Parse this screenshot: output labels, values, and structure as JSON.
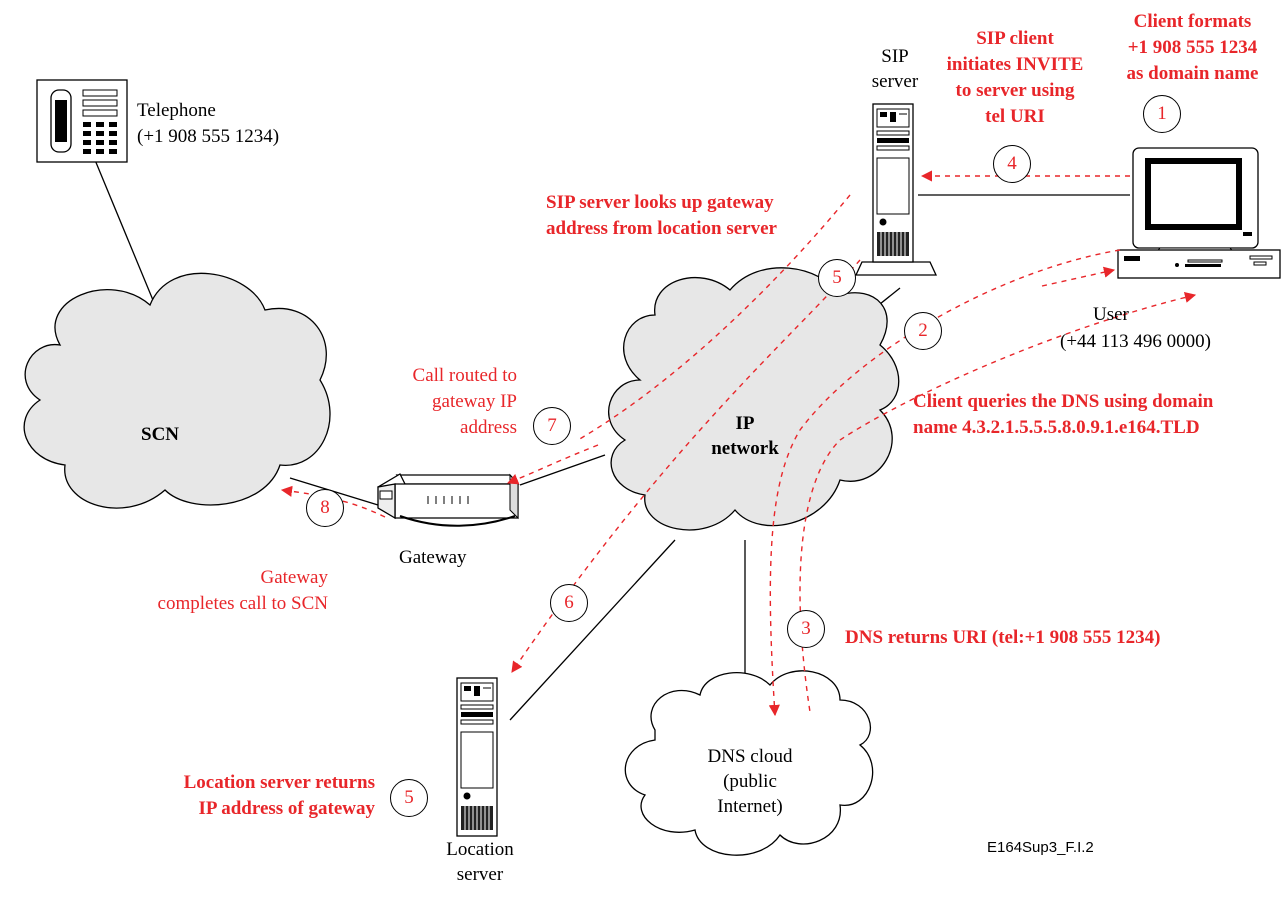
{
  "nodes": {
    "telephone": {
      "label": "Telephone",
      "number": "(+1 908 555 1234)"
    },
    "sip_server": {
      "line1": "SIP",
      "line2": "server"
    },
    "user": {
      "label": "User",
      "number": "(+44 113 496 0000)"
    },
    "scn": {
      "label": "SCN"
    },
    "ip_network": {
      "line1": "IP",
      "line2": "network"
    },
    "gateway": {
      "label": "Gateway"
    },
    "location_server": {
      "line1": "Location",
      "line2": "server"
    },
    "dns_cloud": {
      "line1": "DNS cloud",
      "line2": "(public",
      "line3": "Internet)"
    }
  },
  "steps": {
    "s1": {
      "number": "1",
      "text": [
        "Client formats",
        "+1 908 555 1234",
        "as domain name"
      ]
    },
    "s2": {
      "number": "2",
      "text": [
        "Client queries the DNS using domain",
        "name 4.3.2.1.5.5.5.8.0.9.1.e164.TLD"
      ]
    },
    "s3": {
      "number": "3",
      "text": [
        "DNS returns URI (tel:+1 908 555 1234)"
      ]
    },
    "s4": {
      "number": "4",
      "text": [
        "SIP client",
        "initiates INVITE",
        "to server using",
        "tel URI"
      ]
    },
    "s5a": {
      "number": "5",
      "text": [
        "SIP server looks up gateway",
        "address from location server"
      ]
    },
    "s5b": {
      "number": "5",
      "text": [
        "Location server returns",
        "IP address of gateway"
      ]
    },
    "s6": {
      "number": "6"
    },
    "s7": {
      "number": "7",
      "text": [
        "Call routed to",
        "gateway IP",
        "address"
      ]
    },
    "s8": {
      "number": "8",
      "text": [
        "Gateway",
        "completes call to SCN"
      ]
    }
  },
  "figure_ref": "E164Sup3_F.I.2",
  "colors": {
    "accent": "#e8262a",
    "line": "#000000"
  }
}
